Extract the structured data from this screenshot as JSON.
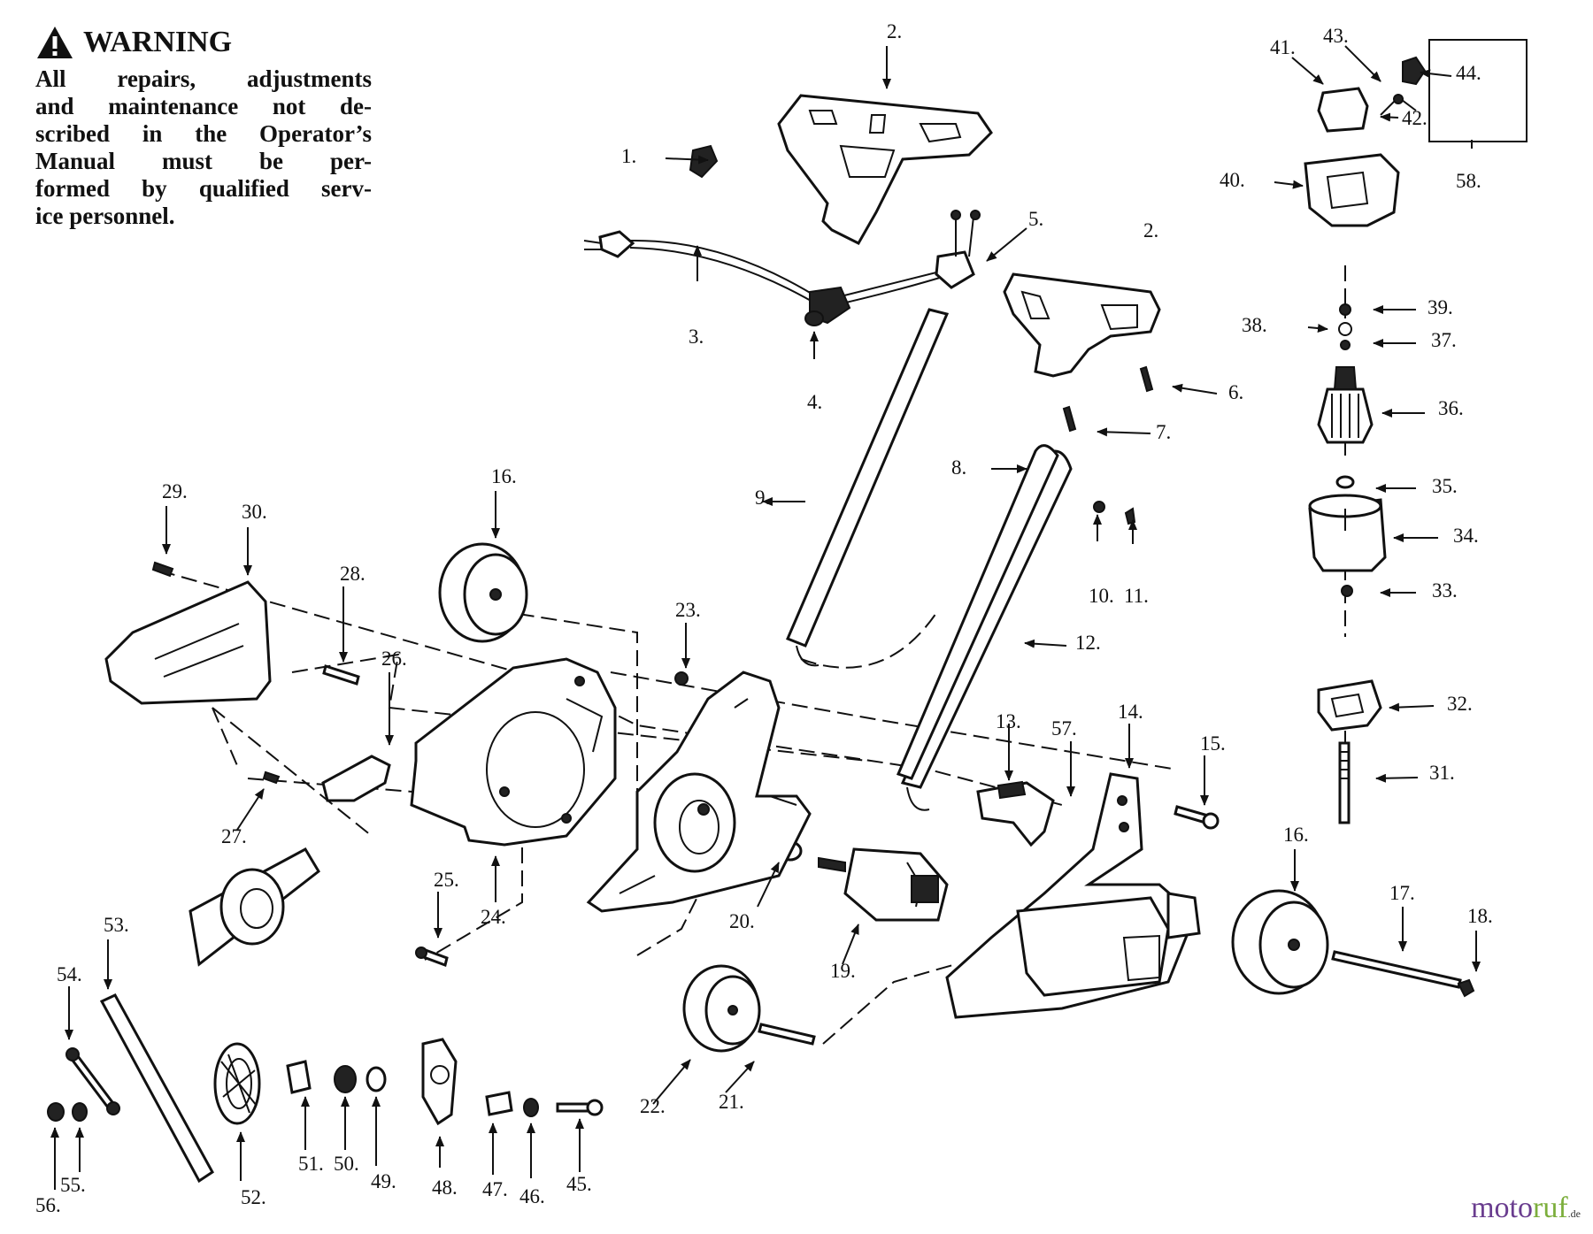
{
  "warning": {
    "title": "WARNING",
    "lines": [
      "All repairs, adjustments",
      "and maintenance not de-",
      "scribed in the Operator’s",
      "Manual must be per-",
      "formed by qualified serv-",
      "ice personnel."
    ]
  },
  "labels": [
    "1.",
    "2.",
    "2.",
    "3.",
    "4.",
    "5.",
    "6.",
    "7.",
    "8.",
    "9.",
    "10.",
    "11.",
    "12.",
    "13.",
    "14.",
    "15.",
    "16.",
    "16.",
    "17.",
    "18.",
    "19.",
    "20.",
    "21.",
    "22.",
    "23.",
    "24.",
    "25.",
    "26.",
    "27.",
    "28.",
    "29.",
    "30.",
    "31.",
    "32.",
    "33.",
    "34.",
    "35.",
    "36.",
    "37.",
    "38.",
    "39.",
    "40.",
    "41.",
    "42.",
    "43.",
    "44.",
    "45.",
    "46.",
    "47.",
    "48.",
    "49.",
    "50.",
    "51.",
    "52.",
    "53.",
    "54.",
    "55.",
    "56.",
    "57.",
    "58."
  ],
  "watermark": {
    "a": "moto",
    "b": "ruf",
    "c": ".de"
  }
}
